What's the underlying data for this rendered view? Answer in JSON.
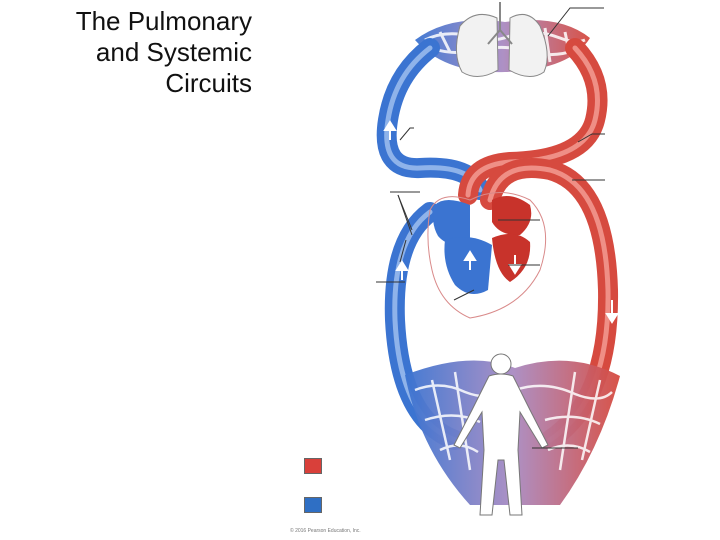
{
  "slide": {
    "title_lines": [
      "The Pulmonary",
      "and Systemic",
      "Circuits"
    ]
  },
  "legend": {
    "oxygen_rich_color": "#d9403a",
    "oxygen_poor_color": "#2f6fc4"
  },
  "copyright": "© 2016 Pearson Education, Inc.",
  "colors": {
    "arterial": "#d64a3f",
    "arterial_light": "#ef8f86",
    "venous": "#3b74d1",
    "venous_light": "#8fb3ea",
    "capillary_mix": "#a98bc2",
    "leader_line": "#333333",
    "heart_outline": "#d98a8a"
  },
  "icons": [
    "lungs-icon",
    "human-body-icon",
    "heart-icon",
    "flow-arrow-icon"
  ]
}
